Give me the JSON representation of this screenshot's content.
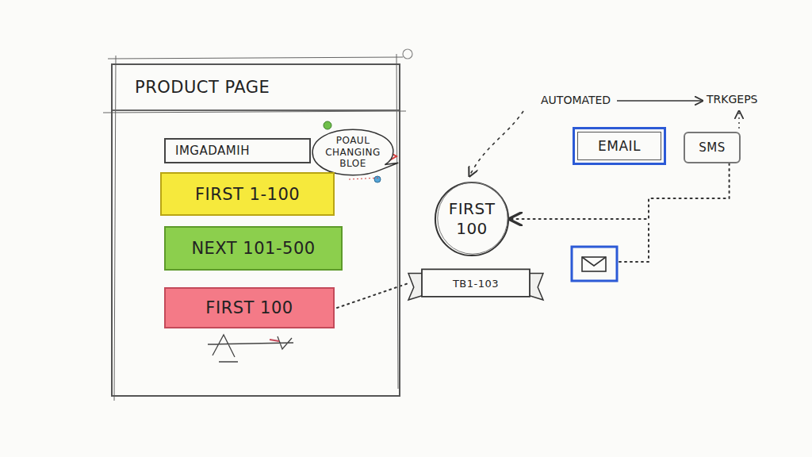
{
  "diagram": {
    "nodes": [
      {
        "text": [
          "PRODUCT PAGE"
        ]
      },
      {
        "text": [
          "IMGADAMIH"
        ],
        "in": 0
      },
      {
        "text": [
          "POAUL CHANGING BLOE"
        ],
        "in": 0
      },
      {
        "text": [
          "FIRST 1-100"
        ],
        "in": 0
      },
      {
        "text": [
          "NEXT 101-500"
        ],
        "in": 0
      },
      {
        "text": [
          "FIRST 100"
        ],
        "in": 0
      },
      {
        "text": [
          "FIRST 100"
        ]
      },
      {
        "text": [
          "TB1-103"
        ]
      },
      {
        "text": [
          "EMAIL"
        ]
      },
      {
        "text": [
          "SMS"
        ]
      }
    ],
    "edges": [
      {
        "from": 5,
        "to": 7,
        "arrow": "none"
      },
      {
        "from": 9,
        "to": 6,
        "arrow": "to"
      }
    ],
    "labels": [
      "AUTOMATED",
      "TRKGEPS"
    ]
  }
}
